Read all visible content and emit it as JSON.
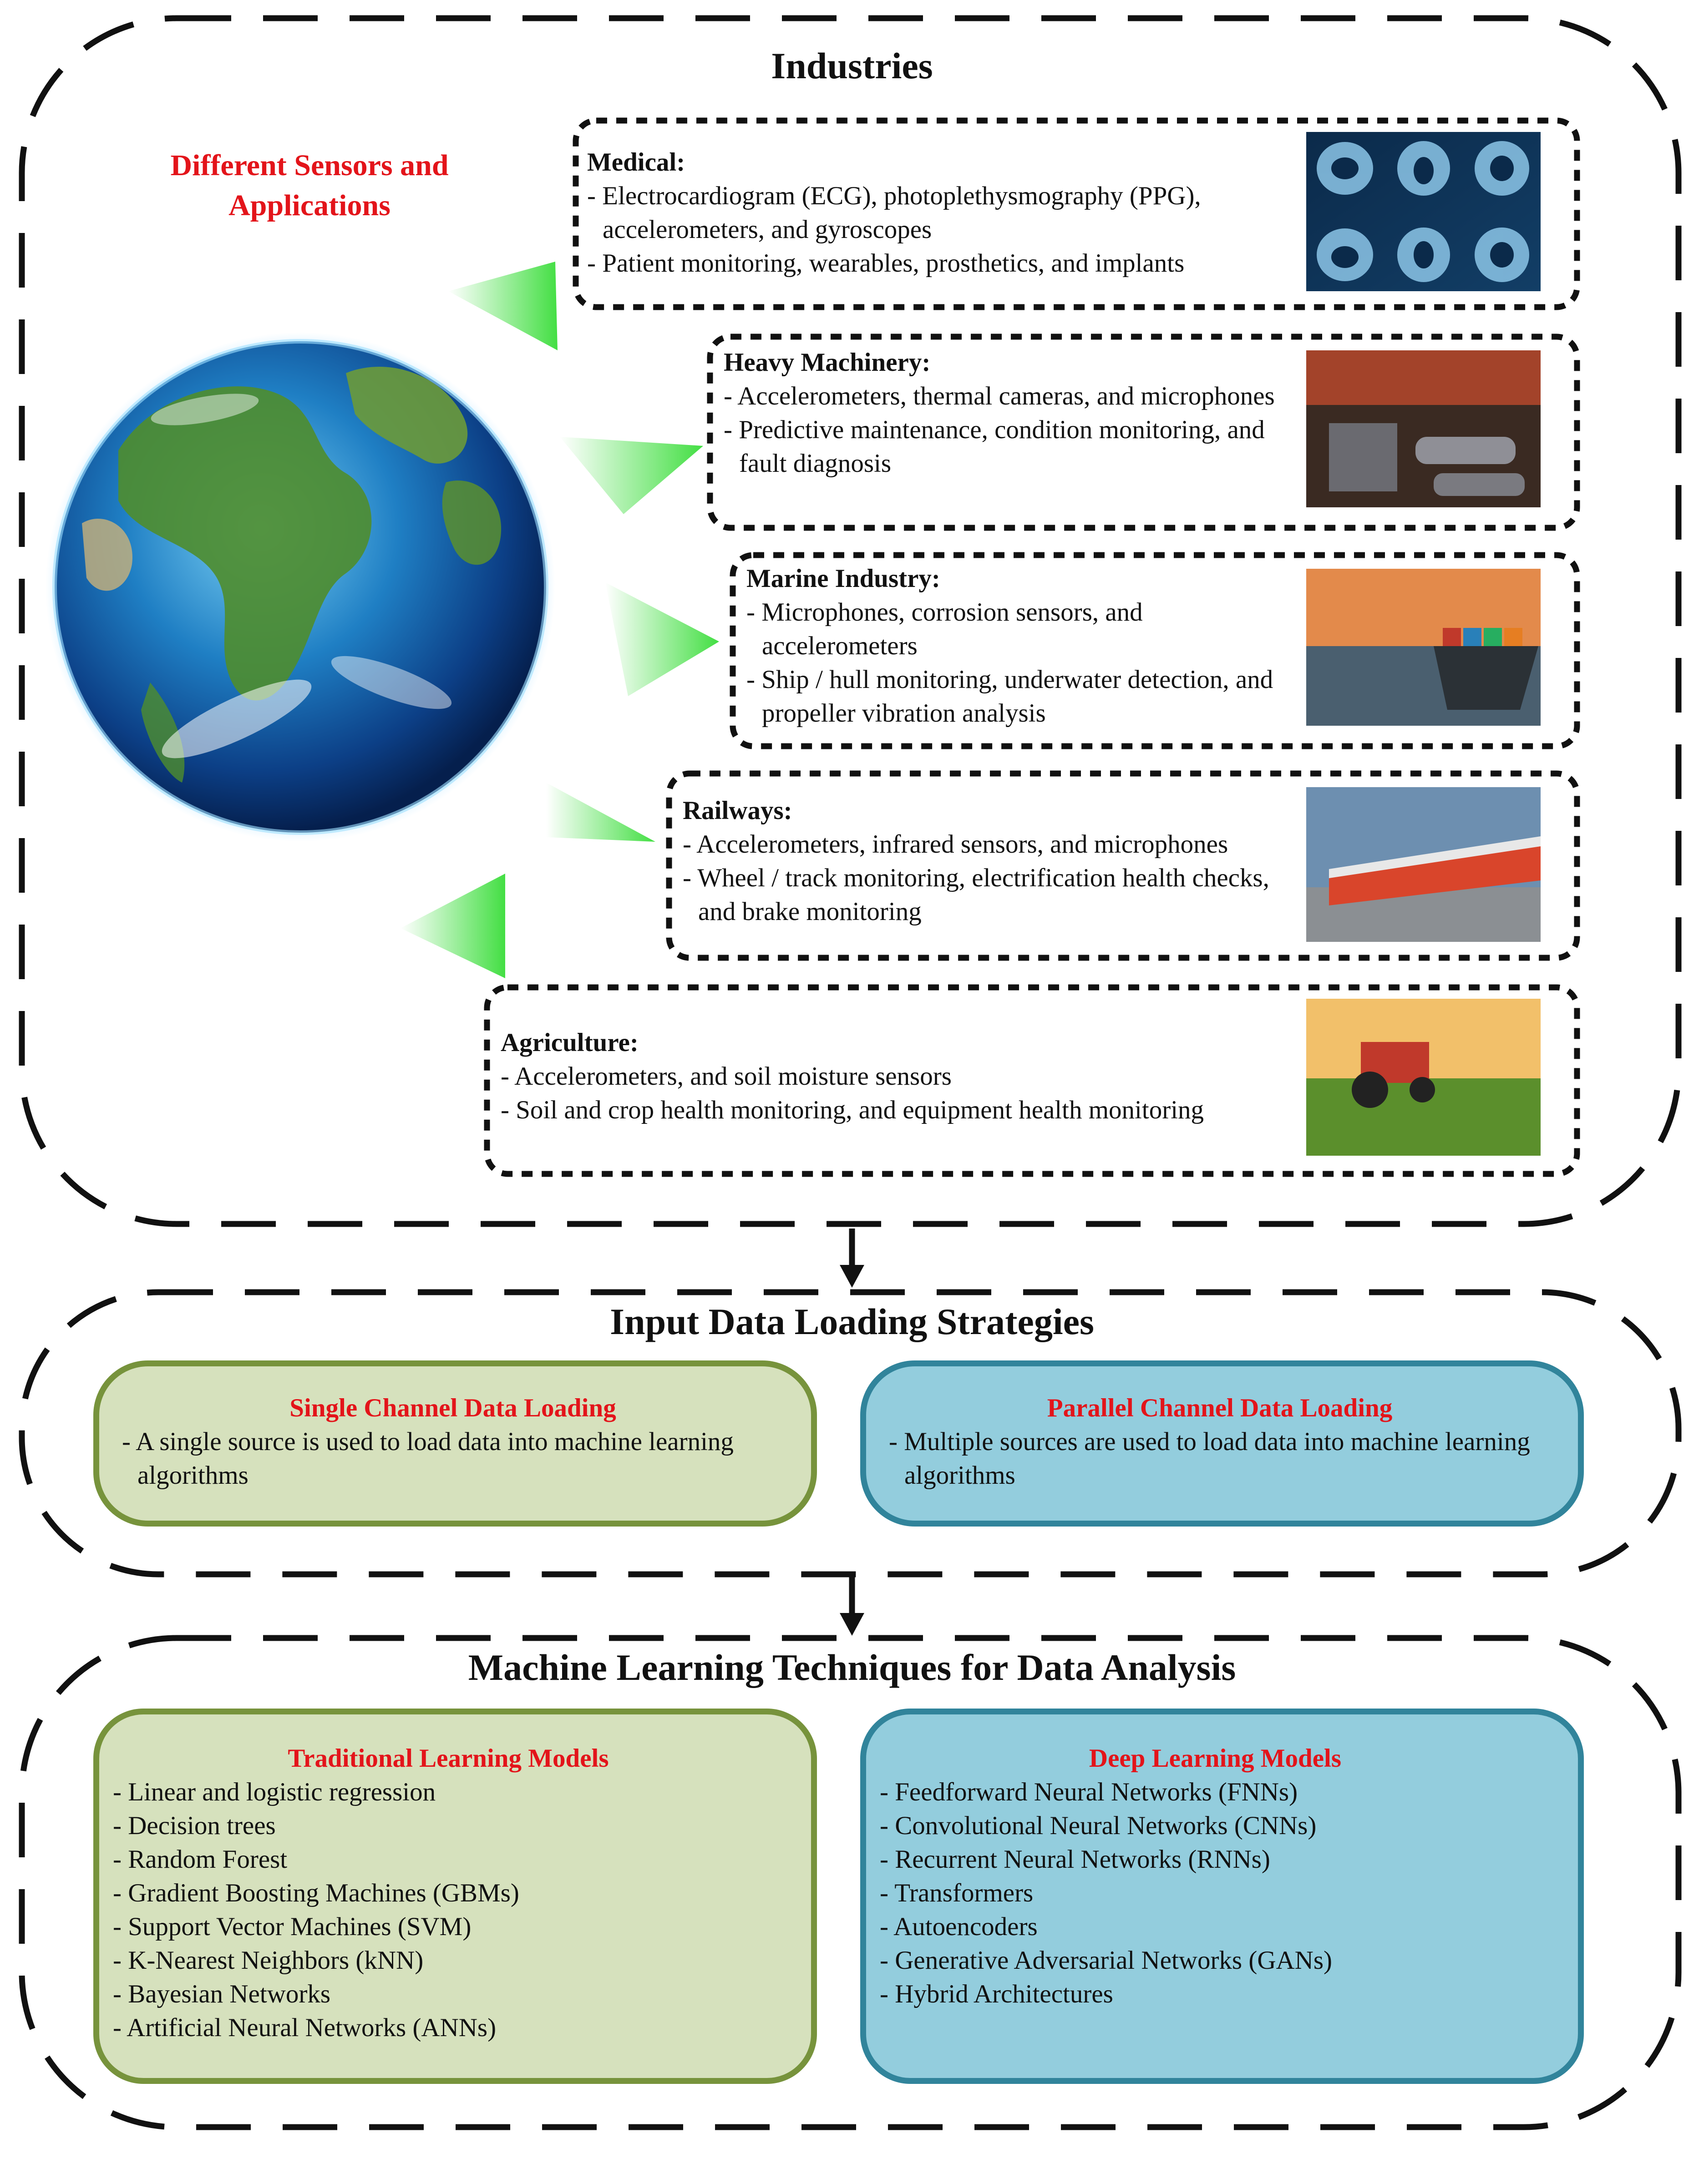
{
  "industries": {
    "title": "Industries",
    "subtitle": "Different Sensors and Applications",
    "items": [
      {
        "name": "Medical:",
        "lines": [
          "- Electrocardiogram (ECG), photoplethysmography (PPG), accelerometers, and gyroscopes",
          "- Patient monitoring, wearables, prosthetics, and implants"
        ]
      },
      {
        "name": "Heavy Machinery:",
        "lines": [
          "- Accelerometers, thermal cameras, and microphones",
          "- Predictive maintenance, condition monitoring, and fault diagnosis"
        ]
      },
      {
        "name": "Marine Industry:",
        "lines": [
          "- Microphones, corrosion sensors, and accelerometers",
          "- Ship / hull monitoring, underwater detection, and propeller vibration analysis"
        ]
      },
      {
        "name": "Railways:",
        "lines": [
          "- Accelerometers, infrared sensors, and microphones",
          "- Wheel / track monitoring, electrification health checks, and brake monitoring"
        ]
      },
      {
        "name": "Agriculture:",
        "lines": [
          "- Accelerometers, and soil moisture sensors",
          "- Soil and crop health monitoring, and equipment health monitoring"
        ]
      }
    ]
  },
  "loading": {
    "title": "Input Data Loading Strategies",
    "single": {
      "head": "Single Channel Data Loading",
      "lines": [
        "- A single source is used to load data into machine learning algorithms"
      ]
    },
    "parallel": {
      "head": "Parallel Channel Data Loading",
      "lines": [
        "- Multiple sources are used to load data into machine learning algorithms"
      ]
    }
  },
  "ml": {
    "title": "Machine Learning Techniques for Data Analysis",
    "traditional": {
      "head": "Traditional Learning Models",
      "items": [
        "- Linear and logistic regression",
        "- Decision trees",
        "- Random Forest",
        "- Gradient Boosting Machines (GBMs)",
        "- Support Vector Machines (SVM)",
        "- K-Nearest Neighbors (kNN)",
        "- Bayesian Networks",
        "- Artificial Neural Networks (ANNs)"
      ]
    },
    "deep": {
      "head": "Deep Learning Models",
      "items": [
        "- Feedforward Neural Networks (FNNs)",
        "- Convolutional Neural Networks (CNNs)",
        "- Recurrent Neural Networks (RNNs)",
        "- Transformers",
        "- Autoencoders",
        "- Generative Adversarial Networks (GANs)",
        "- Hybrid Architectures"
      ]
    }
  },
  "colors": {
    "accent_red": "#e3141a",
    "green_fill": "#d6e1bd",
    "green_border": "#77933c",
    "blue_fill": "#93cddd",
    "blue_border": "#31849b",
    "beam": "#39e639"
  }
}
